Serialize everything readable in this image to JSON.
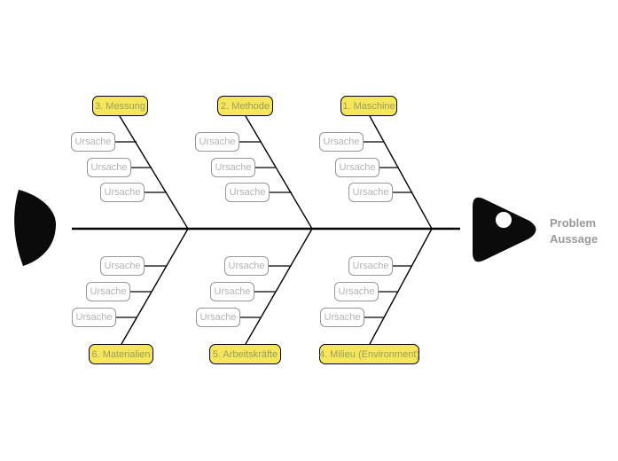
{
  "diagram": {
    "type": "fishbone-ishikawa",
    "problem": {
      "line1": "Problem",
      "line2": "Aussage"
    },
    "cause_label": "Ursache",
    "branches": {
      "top": [
        {
          "label": "3. Messung",
          "causes": [
            "Ursache",
            "Ursache",
            "Ursache"
          ]
        },
        {
          "label": "2. Methode",
          "causes": [
            "Ursache",
            "Ursache",
            "Ursache"
          ]
        },
        {
          "label": "1. Maschine",
          "causes": [
            "Ursache",
            "Ursache",
            "Ursache"
          ]
        }
      ],
      "bottom": [
        {
          "label": "6. Materialien",
          "causes": [
            "Ursache",
            "Ursache",
            "Ursache"
          ]
        },
        {
          "label": "5. Arbeitskräfte",
          "causes": [
            "Ursache",
            "Ursache",
            "Ursache"
          ]
        },
        {
          "label": "4. Milieu (Environment)",
          "causes": [
            "Ursache",
            "Ursache",
            "Ursache"
          ]
        }
      ]
    },
    "colors": {
      "category_fill": "#f5e65a",
      "category_border": "#000000",
      "category_text": "#9c9c66",
      "cause_border": "#979797",
      "cause_text": "#b4b4b4",
      "bone_stroke": "#000000",
      "fish_fill": "#0b0b0b",
      "problem_text": "#9a9a9a",
      "background": "#ffffff"
    }
  }
}
